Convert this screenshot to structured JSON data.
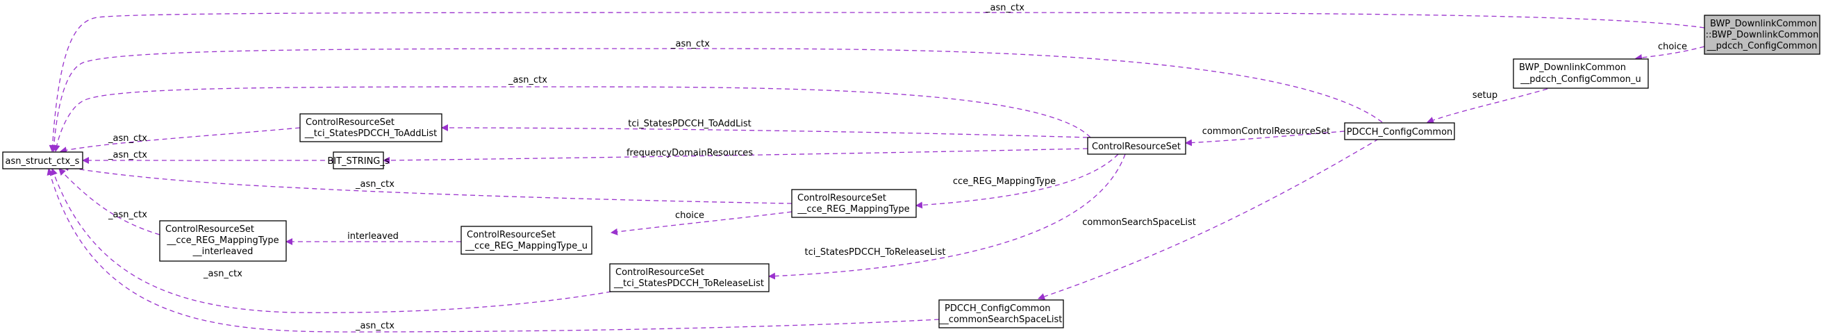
{
  "nodes": {
    "asn_struct_ctx_s": [
      "asn_struct_ctx_s"
    ],
    "tci_add": [
      "ControlResourceSet",
      "__tci_StatesPDCCH_ToAddList"
    ],
    "bit_string": [
      "BIT_STRING_s"
    ],
    "interleaved": [
      "ControlResourceSet",
      "__cce_REG_MappingType",
      "__interleaved"
    ],
    "mapping_u": [
      "ControlResourceSet",
      "__cce_REG_MappingType_u"
    ],
    "mapping_type": [
      "ControlResourceSet",
      "__cce_REG_MappingType"
    ],
    "tci_release": [
      "ControlResourceSet",
      "__tci_StatesPDCCH_ToReleaseList"
    ],
    "control_resource_set": [
      "ControlResourceSet"
    ],
    "pdcch_search_list": [
      "PDCCH_ConfigCommon",
      "__commonSearchSpaceList"
    ],
    "pdcch_config_common": [
      "PDCCH_ConfigCommon"
    ],
    "bwp_u": [
      "BWP_DownlinkCommon",
      "__pdcch_ConfigCommon_u"
    ],
    "bwp_main": [
      "BWP_DownlinkCommon",
      "::BWP_DownlinkCommon",
      "__pdcch_ConfigCommon"
    ]
  },
  "edges": {
    "e_bwp_ctx": "_asn_ctx",
    "e_pdcch_ctx": "_asn_ctx",
    "e_crs_ctx": "_asn_ctx",
    "e_tciadd_ctx": "_asn_ctx",
    "e_bit_ctx": "_asn_ctx",
    "e_maptype_ctx": "_asn_ctx",
    "e_inter_ctx": "_asn_ctx",
    "e_tcirel_ctx": "_asn_ctx",
    "e_search_ctx": "_asn_ctx",
    "e_choice_bwp": "choice",
    "e_setup": "setup",
    "e_common_crs": "commonControlResourceSet",
    "e_tci_add": "tci_StatesPDCCH_ToAddList",
    "e_freq": "frequencyDomainResources",
    "e_cce_map": "cce_REG_MappingType",
    "e_choice_map": "choice",
    "e_interleaved": "interleaved",
    "e_tci_rel": "tci_StatesPDCCH_ToReleaseList",
    "e_common_search": "commonSearchSpaceList"
  },
  "colors": {
    "edge": "#9a32cd",
    "highlight_fill": "#bfbfbf",
    "node_border": "#000000"
  }
}
